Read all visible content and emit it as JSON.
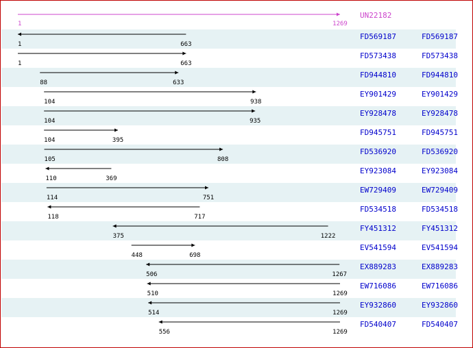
{
  "colors": {
    "border": "#c00000",
    "stripe": "#e6f2f4",
    "reference": "#cc44cc",
    "link": "#0000cc",
    "arrow": "#000000"
  },
  "reference": {
    "id": "UN22182",
    "start": "1",
    "end": "1269"
  },
  "alignments": [
    {
      "id": "FD569187",
      "start": 1,
      "end": 663,
      "dir": "left"
    },
    {
      "id": "FD573438",
      "start": 1,
      "end": 663,
      "dir": "right"
    },
    {
      "id": "FD944810",
      "start": 88,
      "end": 633,
      "dir": "right"
    },
    {
      "id": "EY901429",
      "start": 104,
      "end": 938,
      "dir": "right"
    },
    {
      "id": "EY928478",
      "start": 104,
      "end": 935,
      "dir": "right"
    },
    {
      "id": "FD945751",
      "start": 104,
      "end": 395,
      "dir": "right"
    },
    {
      "id": "FD536920",
      "start": 105,
      "end": 808,
      "dir": "right"
    },
    {
      "id": "EY923084",
      "start": 110,
      "end": 369,
      "dir": "left"
    },
    {
      "id": "EW729409",
      "start": 114,
      "end": 751,
      "dir": "right"
    },
    {
      "id": "FD534518",
      "start": 118,
      "end": 717,
      "dir": "left"
    },
    {
      "id": "FY451312",
      "start": 375,
      "end": 1222,
      "dir": "left"
    },
    {
      "id": "EV541594",
      "start": 448,
      "end": 698,
      "dir": "right"
    },
    {
      "id": "EX889283",
      "start": 506,
      "end": 1267,
      "dir": "left"
    },
    {
      "id": "EW716086",
      "start": 510,
      "end": 1269,
      "dir": "left"
    },
    {
      "id": "EY932860",
      "start": 514,
      "end": 1269,
      "dir": "left"
    },
    {
      "id": "FD540407",
      "start": 556,
      "end": 1269,
      "dir": "left"
    }
  ]
}
